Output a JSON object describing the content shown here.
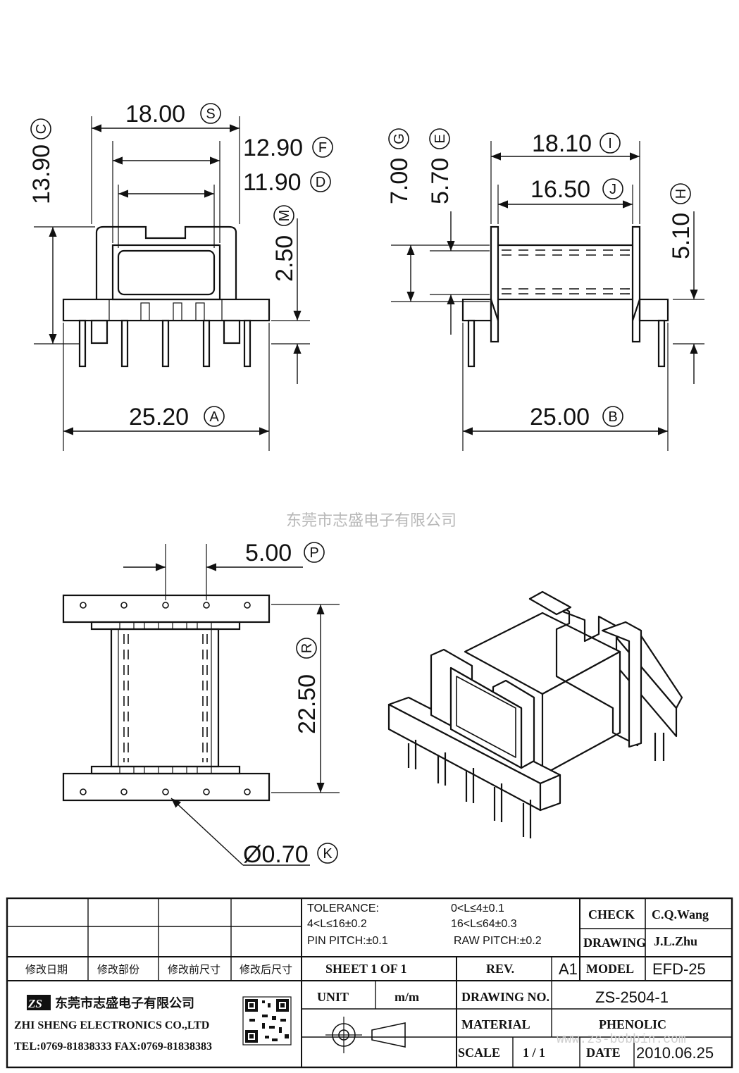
{
  "dimensions": {
    "S": {
      "value": "18.00",
      "letter": "S"
    },
    "C": {
      "value": "13.90",
      "letter": "C"
    },
    "F": {
      "value": "12.90",
      "letter": "F"
    },
    "D": {
      "value": "11.90",
      "letter": "D"
    },
    "M": {
      "value": "2.50",
      "letter": "M"
    },
    "A": {
      "value": "25.20",
      "letter": "A"
    },
    "G": {
      "value": "7.00",
      "letter": "G"
    },
    "E": {
      "value": "5.70",
      "letter": "E"
    },
    "I": {
      "value": "18.10",
      "letter": "I"
    },
    "J": {
      "value": "16.50",
      "letter": "J"
    },
    "H": {
      "value": "5.10",
      "letter": "H"
    },
    "B": {
      "value": "25.00",
      "letter": "B"
    },
    "P": {
      "value": "5.00",
      "letter": "P"
    },
    "R": {
      "value": "22.50",
      "letter": "R"
    },
    "K": {
      "value": "Ø0.70",
      "letter": "K"
    }
  },
  "watermark": "东莞市志盛电子有限公司",
  "url_watermark": "www.zs-bobbin.com",
  "title_block": {
    "revision_headers": [
      "修改日期",
      "修改部份",
      "修改前尺寸",
      "修改后尺寸"
    ],
    "tolerance_label": "TOLERANCE:",
    "tol_1": "0<L≤4±0.1",
    "tol_2": "4<L≤16±0.2",
    "tol_3": "16<L≤64±0.3",
    "pin_pitch": "PIN PITCH:±0.1",
    "raw_pitch": "RAW PITCH:±0.2",
    "check_label": "CHECK",
    "check_value": "C.Q.Wang",
    "drawing_label": "DRAWING",
    "drawing_value": "J.L.Zhu",
    "sheet": "SHEET 1 OF 1",
    "rev_label": "REV.",
    "rev_value": "A1",
    "model_label": "MODEL",
    "model_value": "EFD-25",
    "unit_label": "UNIT",
    "unit_value": "m/m",
    "drawing_no_label": "DRAWING NO.",
    "drawing_no_value": "ZS-2504-1",
    "material_label": "MATERIAL",
    "material_value": "PHENOLIC",
    "scale_label": "SCALE",
    "scale_value": "1 / 1",
    "date_label": "DATE",
    "date_value": "2010.06.25",
    "logo_text": "ZS",
    "company_cn": "东莞市志盛电子有限公司",
    "company_en": "ZHI SHENG ELECTRONICS CO.,LTD",
    "company_contact": "TEL:0769-81838333 FAX:0769-81838383"
  }
}
